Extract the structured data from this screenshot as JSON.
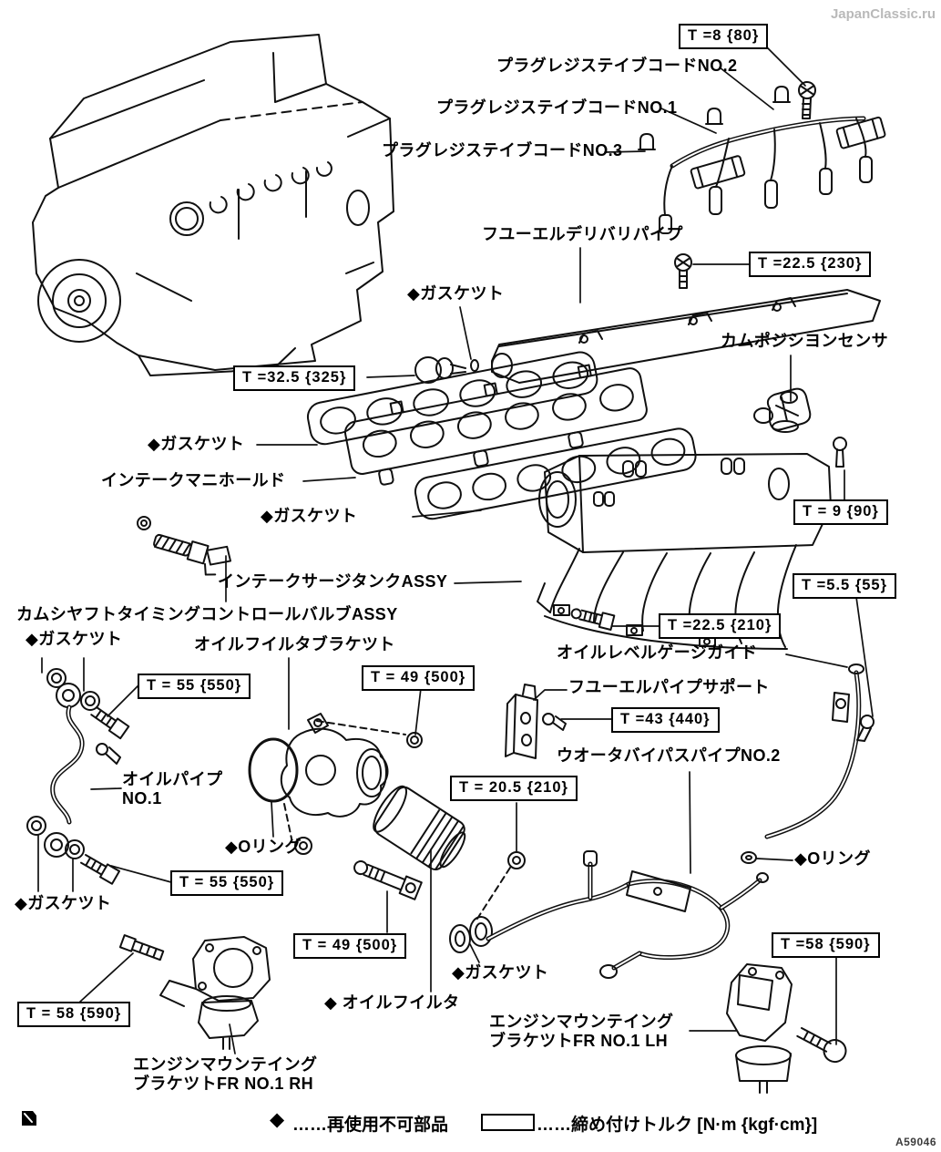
{
  "watermark": "JapanClassic.ru",
  "figure_code": "A59046",
  "parts": {
    "plug_cord_no2": "プラグレジステイブコードNO.2",
    "plug_cord_no1": "プラグレジステイブコードNO.1",
    "plug_cord_no3": "プラグレジステイブコードNO.3",
    "fuel_delivery_pipe": "フユーエルデリバリパイプ",
    "gasket_fuel": "◆ガスケツト",
    "cam_position_sensor": "カムポジシヨンセンサ",
    "gasket_upper": "◆ガスケツト",
    "intake_manifold": "インテークマニホールド",
    "gasket_lower": "◆ガスケツト",
    "intake_surge_tank": "インテークサージタンクASSY",
    "camshaft_timing_valve": "カムシヤフトタイミングコントロールバルブASSY",
    "gasket_oilpipe_top": "◆ガスケツト",
    "oil_filter_bracket": "オイルフイルタブラケツト",
    "oil_level_gauge_guide": "オイルレベルゲージガイド",
    "fuel_pipe_support": "フユーエルパイプサポート",
    "water_bypass_pipe": "ウオータバイパスパイプNO.2",
    "oil_pipe_no1_l1": "オイルパイプ",
    "oil_pipe_no1_l2": "NO.1",
    "o_ring_left": "◆Oリング",
    "gasket_oilpipe_bottom": "◆ガスケツト",
    "o_ring_right": "◆Oリング",
    "gasket_water": "◆ガスケツト",
    "oil_filter": "◆ オイルフイルタ",
    "engine_mount_rh_l1": "エンジンマウンテイング",
    "engine_mount_rh_l2": "ブラケツトFR NO.1 RH",
    "engine_mount_lh_l1": "エンジンマウンテイング",
    "engine_mount_lh_l2": "ブラケツトFR NO.1 LH"
  },
  "torques": {
    "t8": "T =8 {80}",
    "t22_5_230": "T =22.5 {230}",
    "t32_5": "T =32.5 {325}",
    "t9": "T = 9 {90}",
    "t5_5": "T =5.5 {55}",
    "t22_5_210": "T =22.5 {210}",
    "t55_top": "T = 55 {550}",
    "t49_top": "T = 49 {500}",
    "t43": "T =43 {440}",
    "t20_5": "T = 20.5 {210}",
    "t55_bottom": "T = 55 {550}",
    "t49_bottom": "T = 49 {500}",
    "t58_right": "T =58 {590}",
    "t58_left": "T = 58 {590}"
  },
  "legend": {
    "diamond": "◆",
    "nonreusable": "……再使用不可部品",
    "torque_note": "……締め付けトルク [N·m {kgf·cm}]"
  }
}
